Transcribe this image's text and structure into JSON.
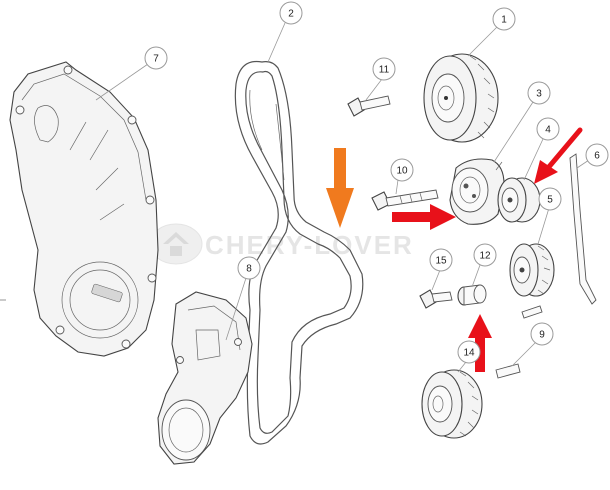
{
  "callouts": [
    "1",
    "2",
    "3",
    "4",
    "5",
    "6",
    "7",
    "8",
    "9",
    "10",
    "11",
    "12",
    "14",
    "15"
  ],
  "watermark": {
    "text": "CHERY-LOVER",
    "logo": "chery-logo-icon"
  },
  "colors": {
    "red_arrow": "#e8111a",
    "orange_arrow": "#f07a1e",
    "line": "#444444",
    "fill": "#f4f4f4"
  }
}
